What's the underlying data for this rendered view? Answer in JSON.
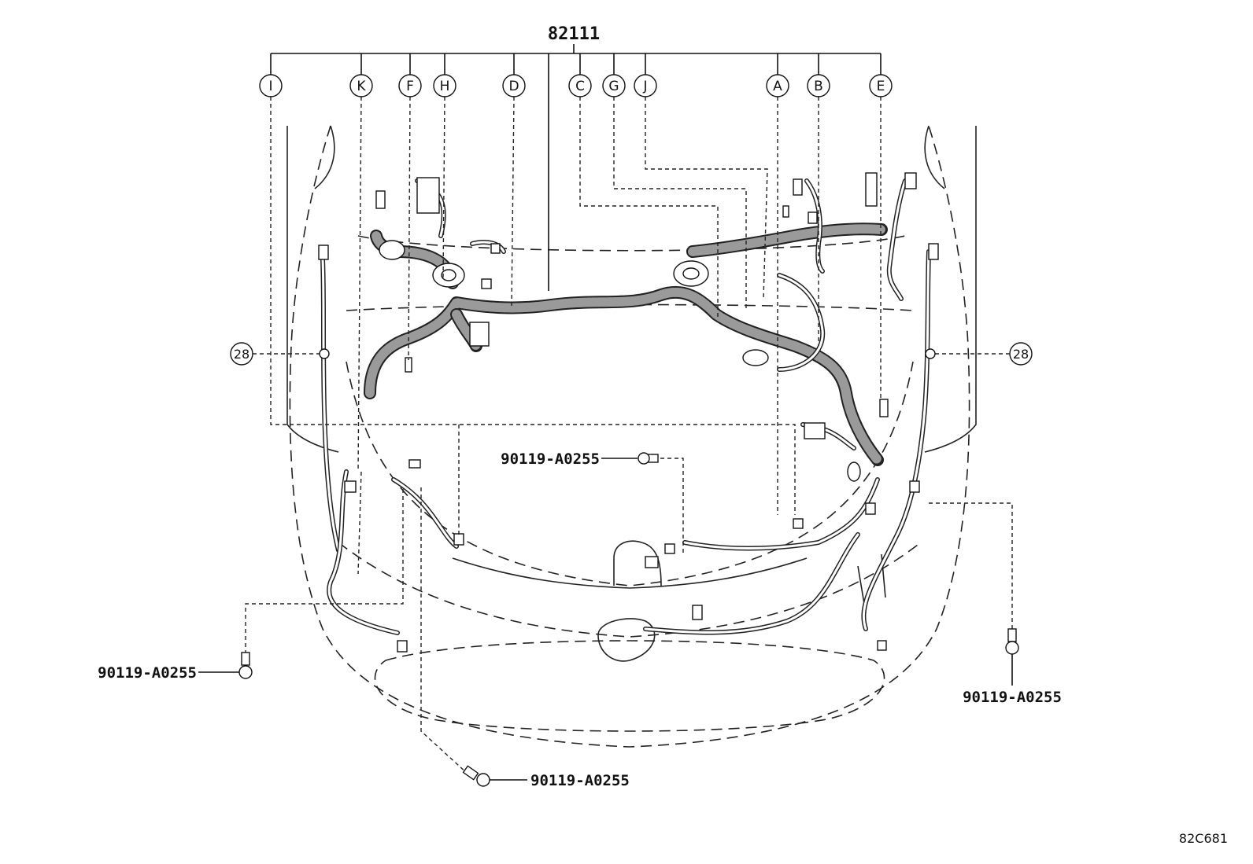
{
  "diagram": {
    "main_part": "82111",
    "callouts": [
      "I",
      "K",
      "F",
      "H",
      "D",
      "C",
      "G",
      "J",
      "A",
      "B",
      "E"
    ],
    "ref_number": "28",
    "bolt_part": "90119-A0255",
    "drawing_code": "82C681"
  }
}
